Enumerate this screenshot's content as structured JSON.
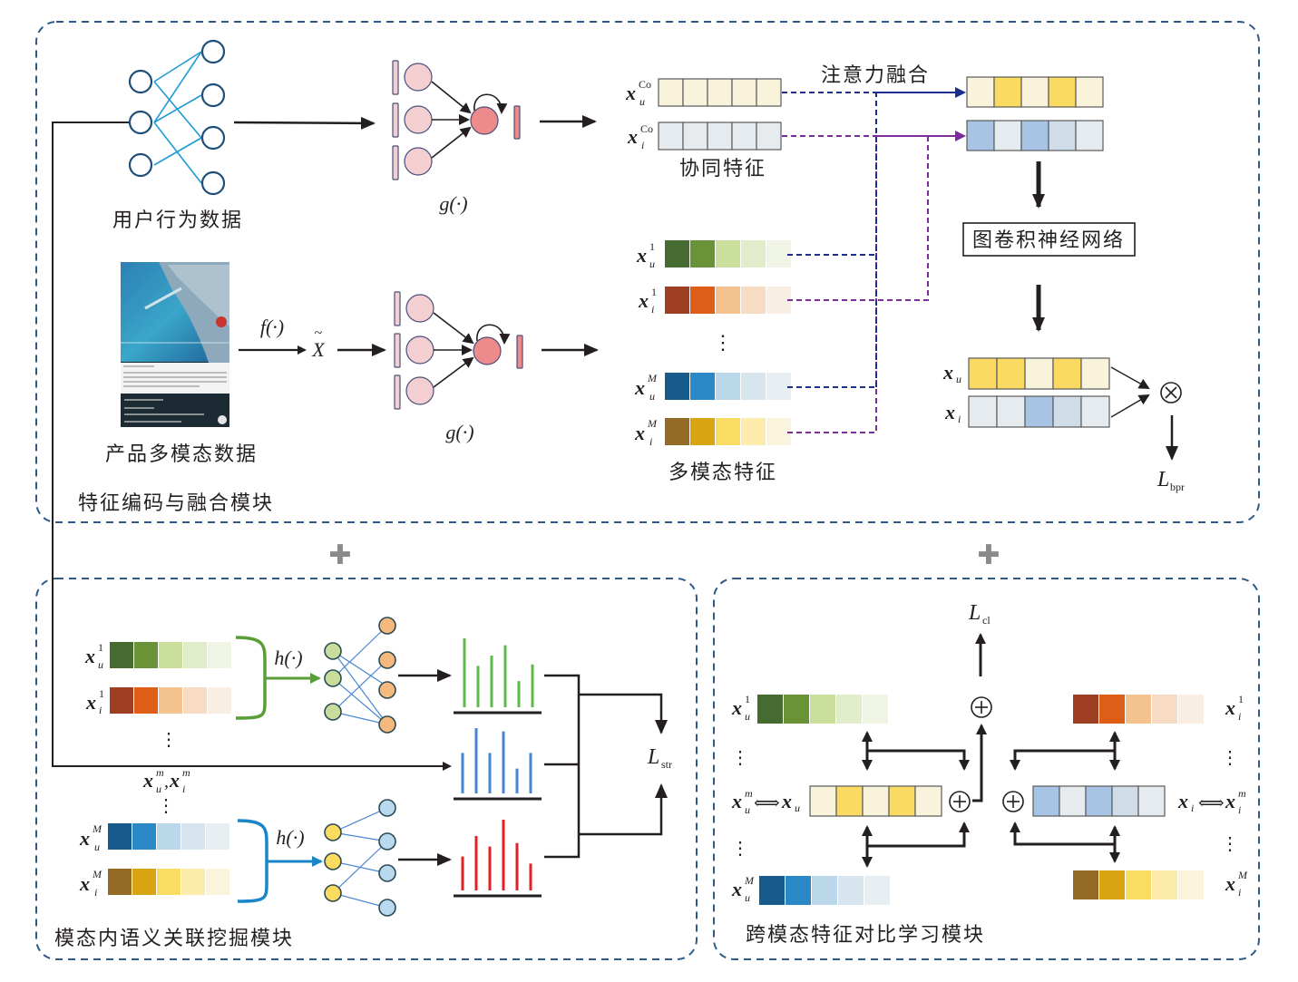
{
  "modules": {
    "top": {
      "title": "特征编码与融合模块"
    },
    "bottom_left": {
      "title": "模态内语义关联挖掘模块"
    },
    "bottom_right": {
      "title": "跨模态特征对比学习模块"
    }
  },
  "labels": {
    "user_behavior": "用户行为数据",
    "product_multimodal": "产品多模态数据",
    "collab_features": "协同特征",
    "multimodal_features": "多模态特征",
    "attention_fusion": "注意力融合",
    "gcn": "图卷积神经网络",
    "g_func": "g(·)",
    "g_func2": "g(·)",
    "f_func": "f(·)",
    "x_tilde": "X",
    "h_func1": "h(·)",
    "h_func2": "h(·)",
    "dots": "⋮",
    "otimes": "⊗",
    "oplus": "⊕",
    "plus_sign": "✚"
  },
  "math": {
    "x": "x",
    "u": "u",
    "i": "i",
    "Co": "Co",
    "one": "1",
    "M": "M",
    "m": "m",
    "L": "L",
    "bpr": "bpr",
    "str": "str",
    "cl": "cl",
    "comma": ",",
    "dbl_arrow": "⟺"
  },
  "colors": {
    "panel_border": "#2e5a8a",
    "network_node_stroke": "#1f4e79",
    "network_edge": "#1f9ad6",
    "gnn_input": "#f4cfd2",
    "gnn_output": "#ec8a8c",
    "user_dash": "#1c2f8f",
    "item_dash": "#7b2d9b",
    "plus_grey": "#8a8a8a",
    "green_bars": "#5cb94a",
    "blue_bars": "#4a86cf",
    "red_bars": "#e02227"
  },
  "feature_vectors": {
    "xu_co": [
      "#faf3dc",
      "#faf3dc",
      "#faf3dc",
      "#faf3dc",
      "#faf3dc"
    ],
    "xi_co": [
      "#e6ebf0",
      "#e6ebf0",
      "#e6ebf0",
      "#e6ebf0",
      "#e6ebf0"
    ],
    "xu_1": [
      "#456b30",
      "#6a9338",
      "#cbdf9c",
      "#e1eccb",
      "#eff4e5"
    ],
    "xi_1": [
      "#9e3e22",
      "#de5e17",
      "#f3c28f",
      "#f7dcc3",
      "#f9eee3"
    ],
    "xu_M": [
      "#175a8c",
      "#2a88c6",
      "#bad8ea",
      "#d7e5ee",
      "#e8eff3"
    ],
    "xi_M": [
      "#946a24",
      "#d9a411",
      "#fbdc63",
      "#fcebaa",
      "#fbf4dc"
    ],
    "fused_u": [
      "#faf3dc",
      "#fbda62",
      "#faf3dc",
      "#fbda62",
      "#faf3dc"
    ],
    "fused_i": [
      "#a8c4e4",
      "#e6ebf0",
      "#a8c4e4",
      "#d0dde9",
      "#e6ebf0"
    ],
    "final_u": [
      "#fbda62",
      "#fbda62",
      "#faf3dc",
      "#fbda62",
      "#faf3dc"
    ],
    "final_i": [
      "#e6ebf0",
      "#e6ebf0",
      "#a8c4e4",
      "#d0dde9",
      "#e6ebf0"
    ]
  },
  "bar_glyphs": {
    "green": [
      1.0,
      0.6,
      0.75,
      0.9,
      0.38,
      0.62
    ],
    "blue": [
      0.62,
      1.0,
      0.62,
      0.95,
      0.38,
      0.62
    ],
    "red": [
      0.48,
      0.77,
      0.62,
      1.0,
      0.67,
      0.38
    ]
  }
}
